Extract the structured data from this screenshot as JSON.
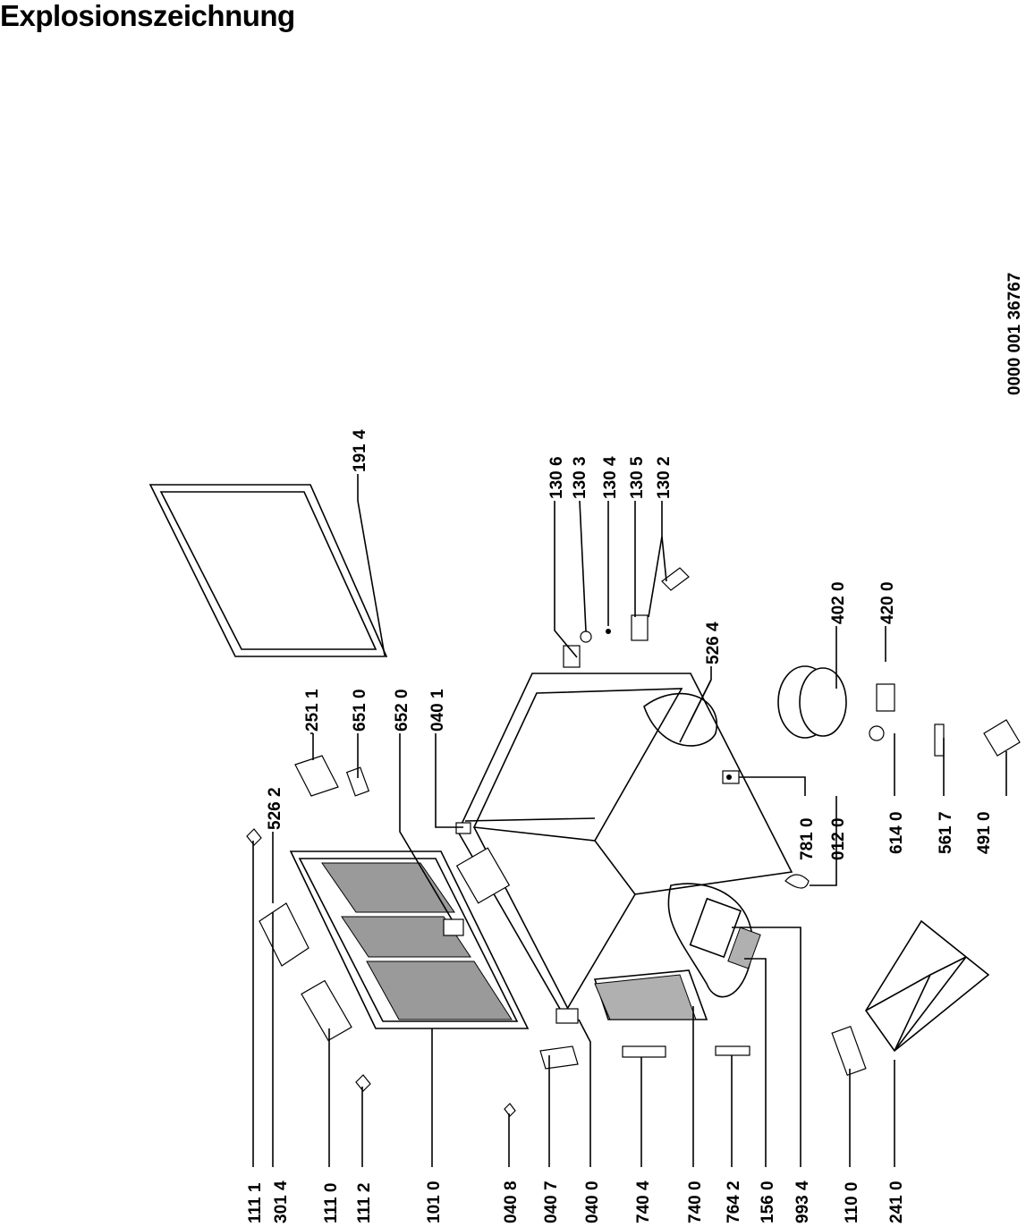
{
  "title": "Explosionszeichnung",
  "drawing_number": "0000 001 36767",
  "callouts": {
    "c1111": "111 1",
    "c3014": "301 4",
    "c1110": "111 0",
    "c1112": "111 2",
    "c1010": "101 0",
    "c0408": "040 8",
    "c0407": "040 7",
    "c0400": "040 0",
    "c7404": "740 4",
    "c7400": "740 0",
    "c7642": "764 2",
    "c1560": "156 0",
    "c9934": "993 4",
    "c1100": "110 0",
    "c2410": "241 0",
    "c5262": "526 2",
    "c2511": "251 1",
    "c6510": "651 0",
    "c6520": "652 0",
    "c0401": "040 1",
    "c1914": "191 4",
    "c7810": "781 0",
    "c0120": "012 0",
    "c6140": "614 0",
    "c5617": "561 7",
    "c4910": "491 0",
    "c5264": "526 4",
    "c4020": "402 0",
    "c4200": "420 0",
    "c1306": "130 6",
    "c1303": "130 3",
    "c1304": "130 4",
    "c1305": "130 5",
    "c1302": "130 2"
  }
}
